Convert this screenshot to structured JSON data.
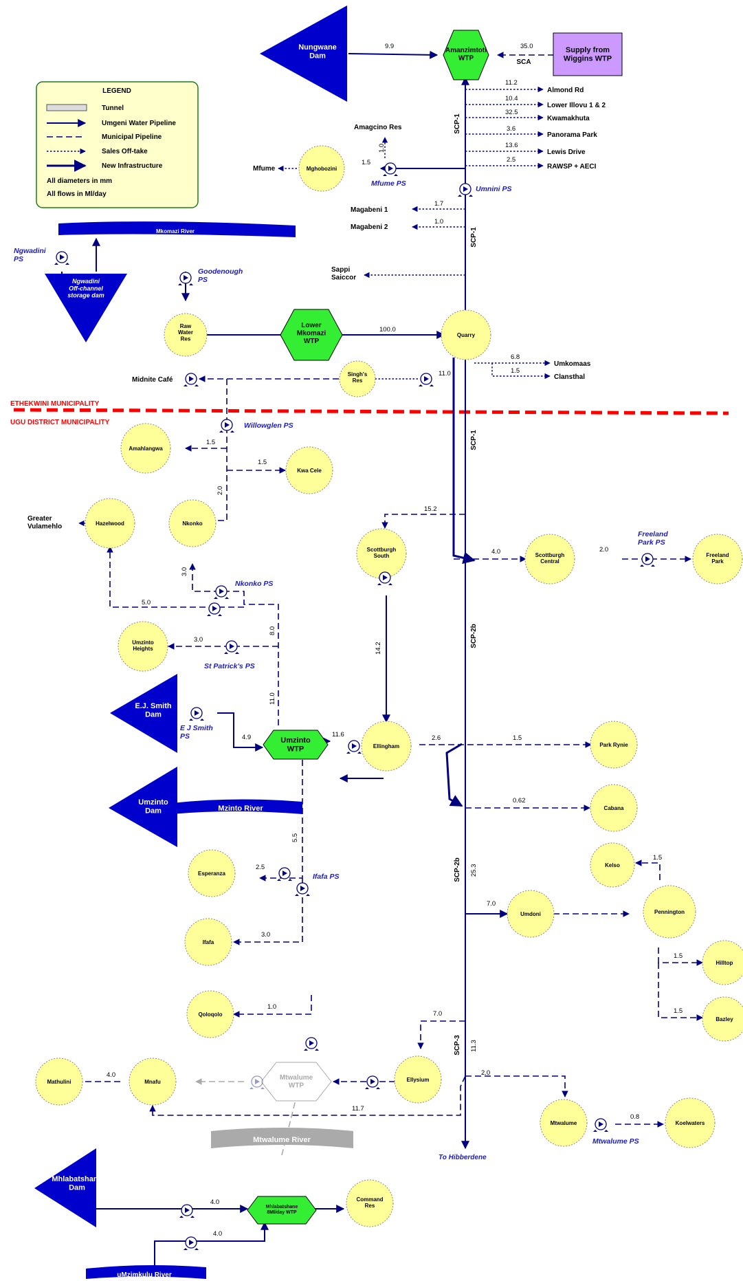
{
  "colors": {
    "pipeline": "#000080",
    "dam": "#0000cc",
    "wtp": "#33ee33",
    "reservoir": "#ffff99",
    "boundary": "#ff0000",
    "supply_box": "#cc99ff",
    "decommissioned": "#aaaaaa",
    "pump_station_label": "#1a1acc"
  },
  "legend": {
    "title": "LEGEND",
    "items": [
      "Tunnel",
      "Umgeni Water Pipeline",
      "Municipal Pipeline",
      "Sales Off-take",
      "New Infrastructure"
    ],
    "notes": [
      "All diameters in mm",
      "All flows in Ml/day"
    ]
  },
  "boundaries": {
    "top": "ETHEKWINI MUNICIPALITY",
    "bottom": "UGU DISTRICT MUNICIPALITY"
  },
  "dams": {
    "nungwane": "Nungwane\nDam",
    "ngwadini": "Ngwadini\nOff-channel\nstorage dam",
    "ej_smith": "E.J. Smith\nDam",
    "umzinto": "Umzinto\nDam",
    "mhlabatshane": "Mhlabatshane\nDam"
  },
  "rivers": {
    "mkomazi": "Mkomazi River",
    "mzinto": "Mzinto River",
    "mtwalume": "Mtwalume River",
    "umzimkulu": "uMzimkulu River"
  },
  "wtps": {
    "amanzimtoti": "Amanzimtoti\nWTP",
    "lower_mkomazi": "Lower\nMkomazi\nWTP",
    "umzinto": "Umzinto\nWTP",
    "mtwalume": "Mtwalume\nWTP",
    "mhlabatshane": "Mhlabatshane\n8Ml/day WTP"
  },
  "supply_box": "Supply from\nWiggins WTP",
  "reservoirs": {
    "mghobozini": "Mghobozini",
    "raw_water": "Raw\nWater\nRes",
    "quarry": "Quarry",
    "singhs": "Singh's\nRes",
    "amahlangwa": "Amahlangwa",
    "kwa_cele": "Kwa Cele",
    "hazelwood": "Hazelwood",
    "nkonko": "Nkonko",
    "umzinto_heights": "Umzinto\nHeights",
    "scottburgh_south": "Scottburgh\nSouth",
    "scottburgh_central": "Scottburgh\nCentral",
    "freeland_park": "Freeland\nPark",
    "ellingham": "Ellingham",
    "park_rynie": "Park Rynie",
    "cabana": "Cabana",
    "kelso": "Kelso",
    "pennington": "Pennington",
    "hilltop": "Hilltop",
    "bazley": "Bazley",
    "umdoni": "Umdoni",
    "esperanza": "Esperanza",
    "ifafa": "Ifafa",
    "qoloqolo": "Qoloqolo",
    "mathulini": "Mathulini",
    "mnafu": "Mnafu",
    "ellysium": "Ellysium",
    "mtwalume": "Mtwalume",
    "koelwaters": "Koelwaters",
    "command": "Command\nRes"
  },
  "pump_stations": {
    "mfume": "Mfume PS",
    "umnini": "Umnini PS",
    "ngwadini": "Ngwadini\nPS",
    "goodenough": "Goodenough\nPS",
    "willowglen": "Willowglen PS",
    "freeland_park": "Freeland\nPark PS",
    "nkonko": "Nkonko PS",
    "st_patricks": "St Patrick's PS",
    "ej_smith": "E J Smith\nPS",
    "ifafa": "Ifafa PS",
    "mtwalume": "Mtwalume PS"
  },
  "offtakes": {
    "almond_rd": "Almond Rd",
    "lower_illovu": "Lower Illovu 1 & 2",
    "kwamakhuta": "Kwamakhuta",
    "panorama_park": "Panorama Park",
    "lewis_drive": "Lewis Drive",
    "rawsp": "RAWSP + AECI",
    "amagcino": "Amagcino Res",
    "mfume": "Mfume",
    "magabeni1": "Magabeni 1",
    "magabeni2": "Magabeni 2",
    "sappi": "Sappi\nSaiccor",
    "umkomaas": "Umkomaas",
    "clansthal": "Clansthal",
    "midnite_cafe": "Midnite Café",
    "greater_vulamehlo": "Greater\nVulamehlo",
    "to_hibberdene": "To Hibberdene"
  },
  "pipeline_names": {
    "scp1": "SCP-1",
    "scp2b": "SCP-2b",
    "scp3": "SCP-3",
    "sca": "SCA"
  },
  "flows": {
    "nungwane": "9.9",
    "wiggins": "35.0",
    "almond_rd": "11.2",
    "lower_illovu": "10.4",
    "kwamakhuta": "32.5",
    "panorama_park": "3.6",
    "lewis_drive": "13.6",
    "rawsp": "2.5",
    "amagcino": "1.0",
    "mghobozini": "1.5",
    "magabeni1": "1.7",
    "magabeni2": "1.0",
    "lower_mkomazi": "100.0",
    "umkomaas": "6.8",
    "clansthal": "1.5",
    "singhs": "11.0",
    "amahlangwa": "1.5",
    "kwa_cele": "1.5",
    "nkonko_up": "2.0",
    "scottburgh_south": "15.2",
    "scottburgh_central": "4.0",
    "freeland_park": "2.0",
    "nkonko": "3.0",
    "hazelwood": "5.0",
    "willow_main": "8.0",
    "umzinto_heights": "3.0",
    "willow_main2": "11.0",
    "ellingham_scott": "14.2",
    "ej_smith": "4.9",
    "umzinto_ellingham": "11.6",
    "ellingham_out": "2.6",
    "park_rynie": "1.5",
    "cabana": "0.62",
    "ifafa_main": "5.5",
    "kelso": "1.5",
    "esperanza": "2.5",
    "scp2b_flow": "25.3",
    "umdoni": "7.0",
    "ifafa": "3.0",
    "hilltop": "1.5",
    "bazley": "1.5",
    "qoloqolo": "1.0",
    "ellysium": "7.0",
    "scp3_flow": "11.3",
    "mathulini": "4.0",
    "mtwalume": "2.0",
    "mnafu": "11.7",
    "koelwaters": "0.8",
    "mhlab_dam": "4.0",
    "mhlab_river": "4.0"
  }
}
